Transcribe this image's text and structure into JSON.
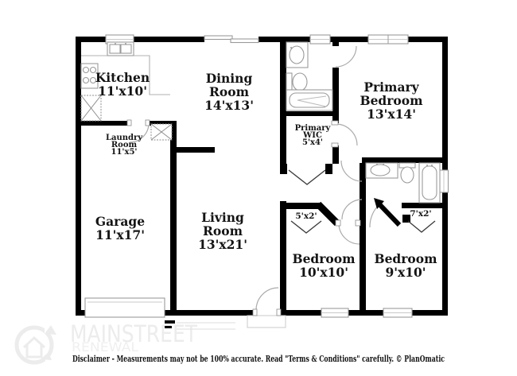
{
  "plan": {
    "rooms": {
      "kitchen": {
        "name": "Kitchen",
        "dims": "11'x10'"
      },
      "dining_room": {
        "name1": "Dining",
        "name2": "Room",
        "dims": "14'x13'"
      },
      "laundry_room": {
        "name1": "Laundry",
        "name2": "Room",
        "dims": "11'x5'"
      },
      "primary_wic": {
        "name1": "Primary",
        "name2": "WIC",
        "dims": "5'x4'"
      },
      "primary_bedroom": {
        "name1": "Primary",
        "name2": "Bedroom",
        "dims": "13'x14'"
      },
      "garage": {
        "name": "Garage",
        "dims": "11'x17'"
      },
      "living_room": {
        "name1": "Living",
        "name2": "Room",
        "dims": "13'x21'"
      },
      "bedroom_10x10": {
        "name": "Bedroom",
        "dims": "10'x10'"
      },
      "bedroom_9x10": {
        "name": "Bedroom",
        "dims": "9'x10'"
      },
      "closet_5x2": {
        "dims": "5'x2'"
      },
      "closet_7x2": {
        "dims": "7'x2'"
      }
    },
    "colors": {
      "wall": "#000000",
      "fixture_line": "#9a9a9a",
      "watermark": "#ececec"
    }
  },
  "watermark": {
    "line1": "MAINSTREET",
    "line2": "RENEWAL"
  },
  "footer": {
    "disclaimer": "Disclaimer - Measurements may not be 100% accurate. Read \"Terms & Conditions\" carefully. © PlanOmatic"
  }
}
